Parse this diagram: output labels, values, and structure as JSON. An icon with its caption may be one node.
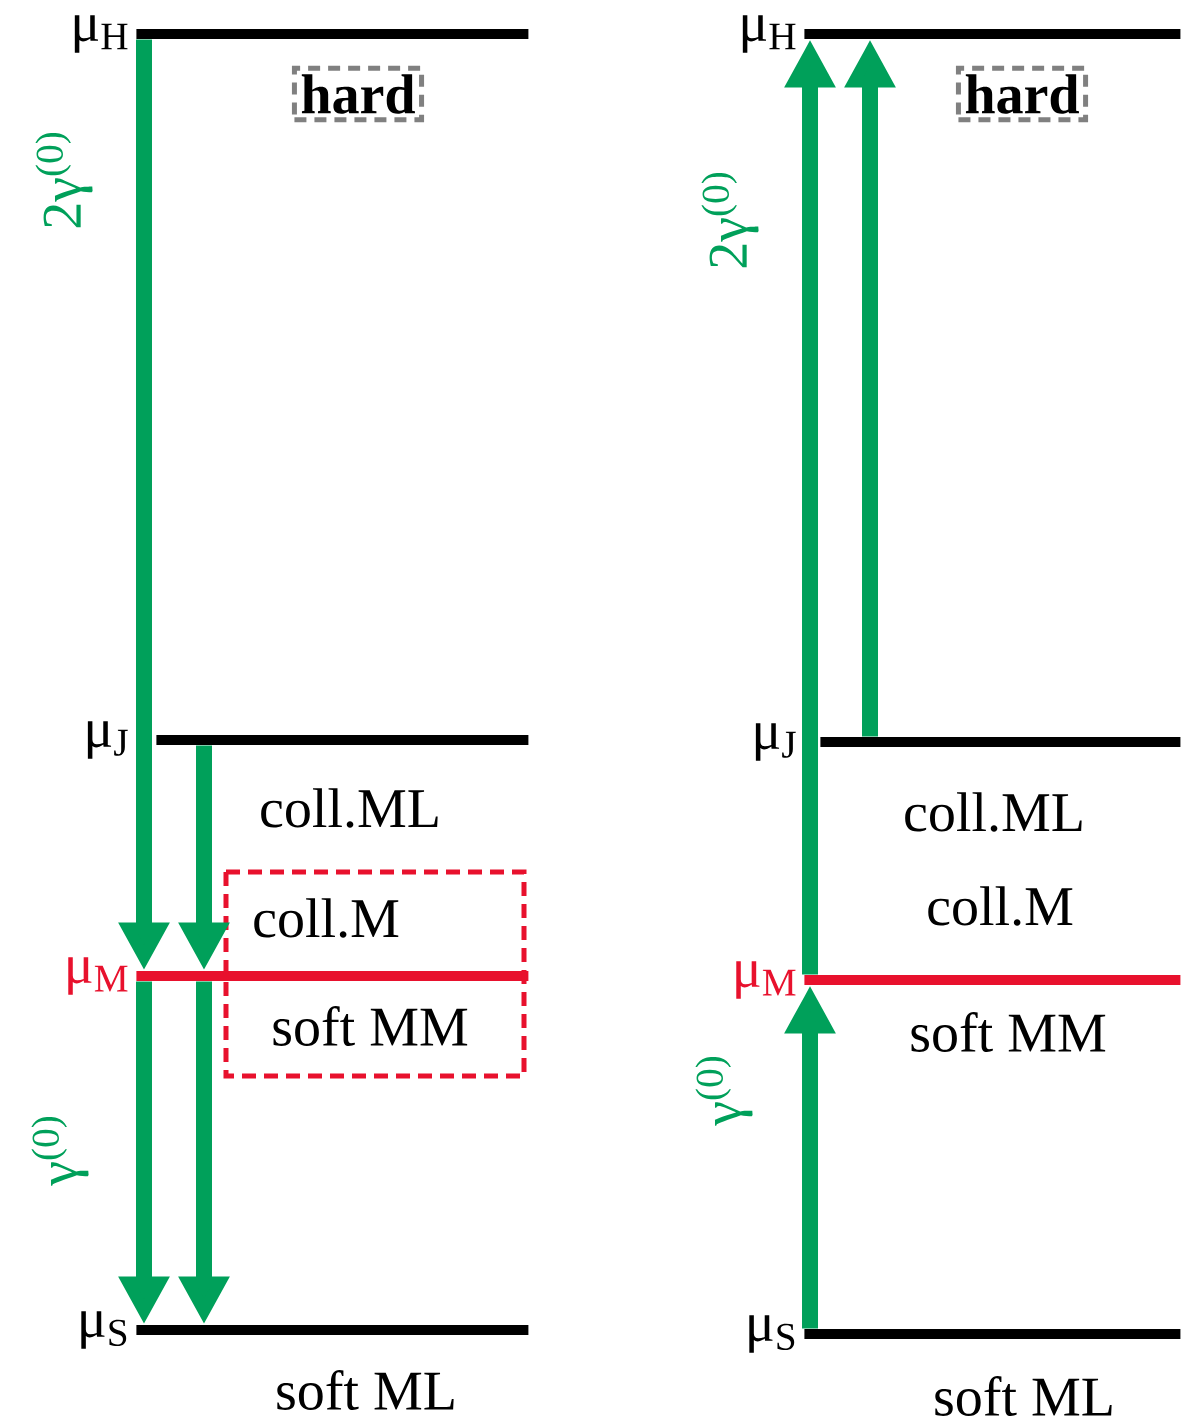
{
  "diagram": {
    "nodes": [
      {
        "text": [
          "μ$_{H}$"
        ]
      },
      {
        "text": [
          "μ$_{J}$"
        ]
      },
      {
        "text": [
          "μ$_{M}$"
        ]
      },
      {
        "text": [
          "μ$_{S}$"
        ]
      },
      {
        "text": [
          "hard"
        ]
      },
      {
        "text": [
          "coll.M",
          "soft MM"
        ]
      },
      {
        "text": [
          "μ$_{H}$"
        ]
      },
      {
        "text": [
          "μ$_{J}$"
        ]
      },
      {
        "text": [
          "μ$_{M}$"
        ]
      },
      {
        "text": [
          "μ$_{S}$"
        ]
      },
      {
        "text": [
          "hard"
        ]
      }
    ],
    "edges": [
      {
        "from": 0,
        "to": 2,
        "arrow": "to",
        "label": "2γ$^{(0)}$"
      },
      {
        "from": 1,
        "to": 2,
        "arrow": "to"
      },
      {
        "from": 2,
        "to": 3,
        "arrow": "to",
        "label": "γ$^{(0)}$"
      },
      {
        "from": 2,
        "to": 3,
        "arrow": "to"
      },
      {
        "from": 8,
        "to": 6,
        "arrow": "to",
        "label": "2γ$^{(0)}$"
      },
      {
        "from": 7,
        "to": 6,
        "arrow": "to"
      },
      {
        "from": 9,
        "to": 8,
        "arrow": "to",
        "label": "γ$^{(0)}$"
      }
    ],
    "labels": [
      "coll.ML",
      "soft ML",
      "coll.ML",
      "coll.M",
      "soft MM",
      "soft ML"
    ]
  }
}
